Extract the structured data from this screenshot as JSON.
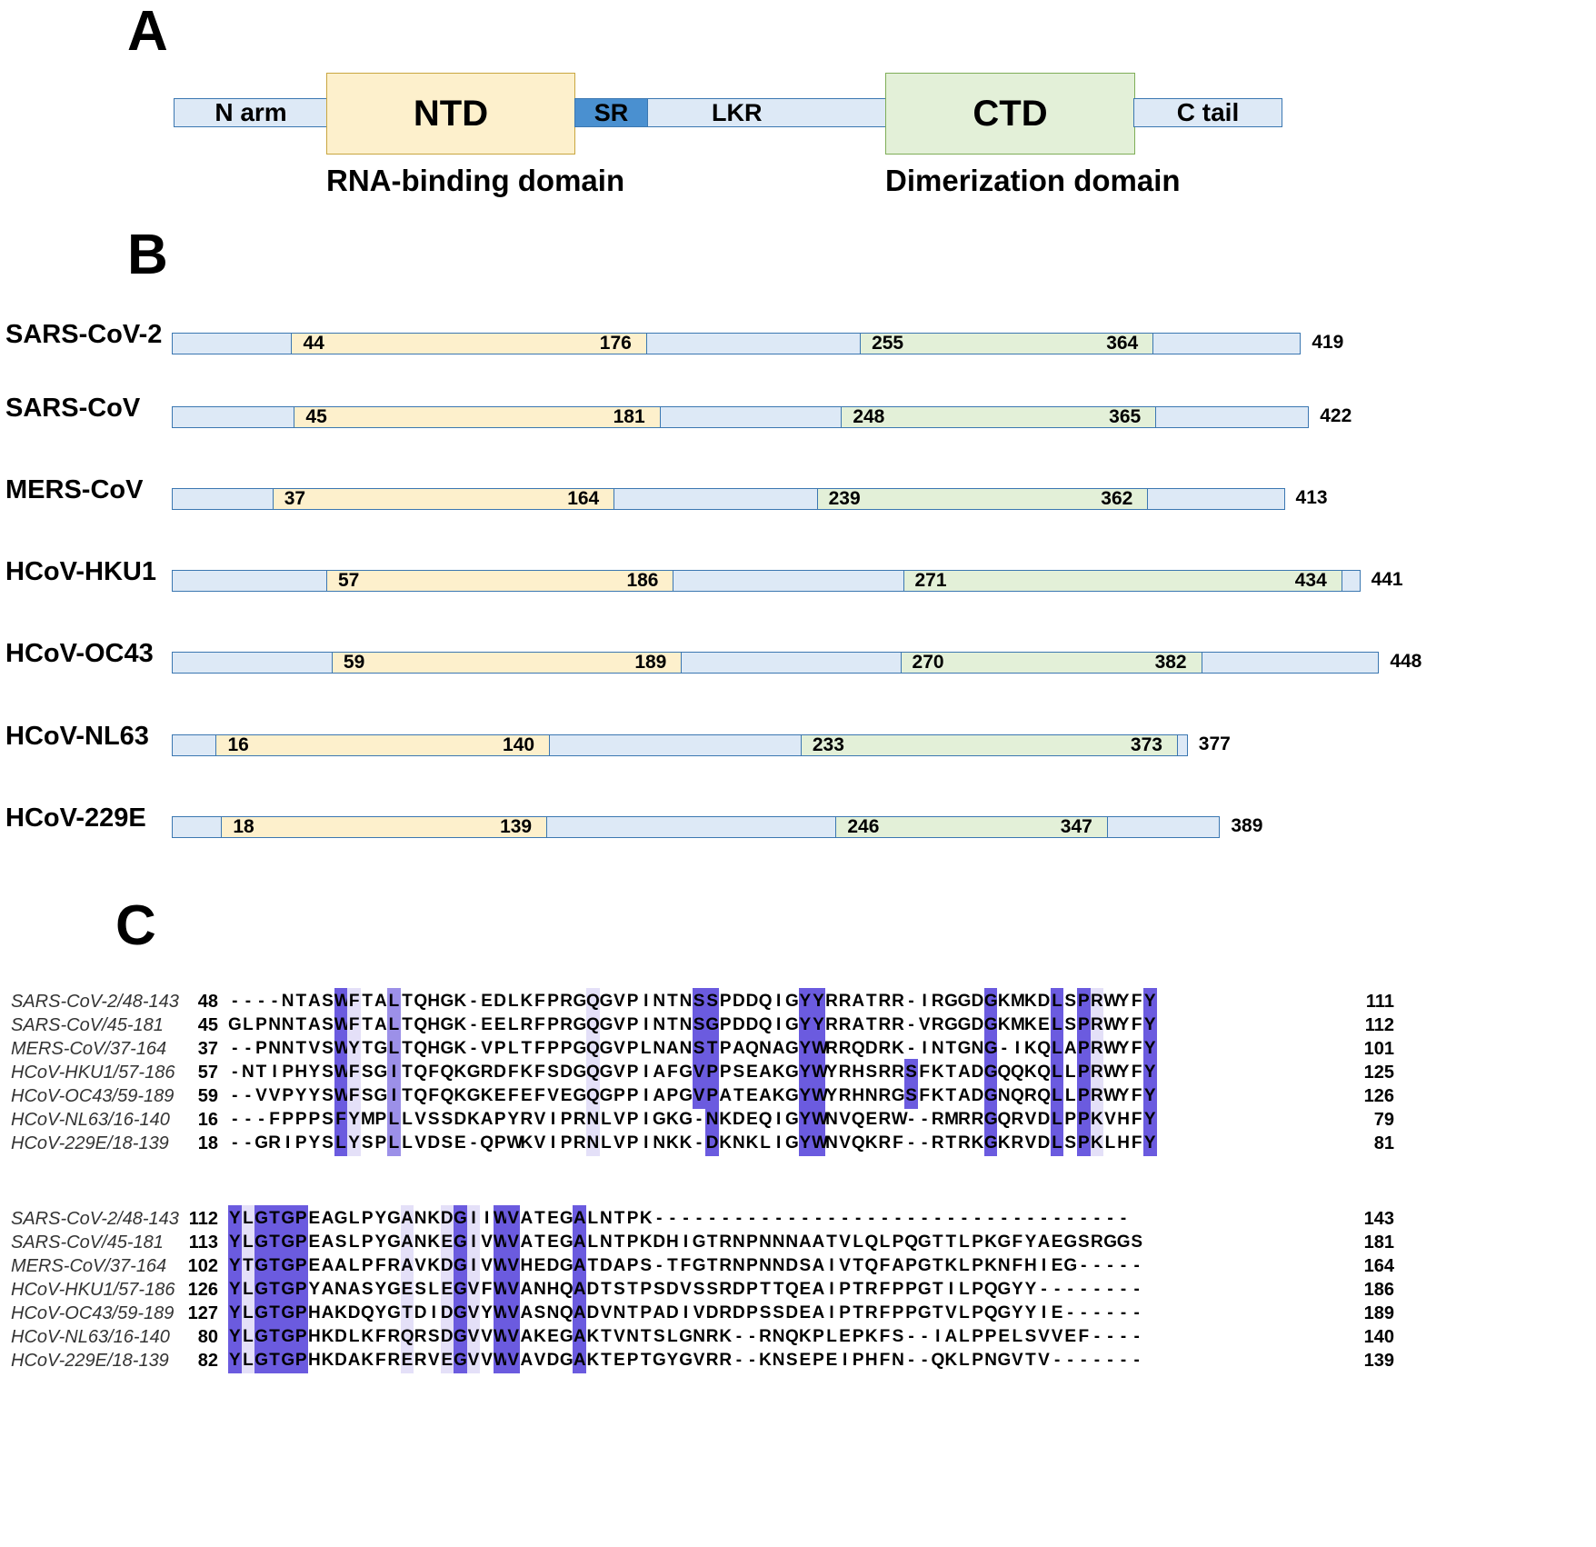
{
  "panels": {
    "a": "A",
    "b": "B",
    "c": "C"
  },
  "domain_map": {
    "n_arm": "N arm",
    "ntd": "NTD",
    "sr": "SR",
    "lkr": "LKR",
    "ctd": "CTD",
    "c_tail": "C tail",
    "ntd_caption": "RNA-binding domain",
    "ctd_caption": "Dimerization domain",
    "colors": {
      "arm": "#dde9f6",
      "ntd": "#fdf0cc",
      "sr": "#4a90d0",
      "ctd": "#e3f0d8",
      "outline": "#3b77b1"
    }
  },
  "proteins": [
    {
      "name": "SARS-CoV-2",
      "ntd_start": 44,
      "ntd_end": 176,
      "ctd_start": 255,
      "ctd_end": 364,
      "length": 419
    },
    {
      "name": "SARS-CoV",
      "ntd_start": 45,
      "ntd_end": 181,
      "ctd_start": 248,
      "ctd_end": 365,
      "length": 422
    },
    {
      "name": "MERS-CoV",
      "ntd_start": 37,
      "ntd_end": 164,
      "ctd_start": 239,
      "ctd_end": 362,
      "length": 413
    },
    {
      "name": "HCoV-HKU1",
      "ntd_start": 57,
      "ntd_end": 186,
      "ctd_start": 271,
      "ctd_end": 434,
      "length": 441
    },
    {
      "name": "HCoV-OC43",
      "ntd_start": 59,
      "ntd_end": 189,
      "ctd_start": 270,
      "ctd_end": 382,
      "length": 448
    },
    {
      "name": "HCoV-NL63",
      "ntd_start": 16,
      "ntd_end": 140,
      "ctd_start": 233,
      "ctd_end": 373,
      "length": 377
    },
    {
      "name": "HCoV-229E",
      "ntd_start": 18,
      "ntd_end": 139,
      "ctd_start": 246,
      "ctd_end": 347,
      "length": 389
    }
  ],
  "alignment": {
    "block1": [
      {
        "name": "SARS-CoV-2/48-143",
        "start": "48",
        "seq": "----NTASWFTALTQHGK-EDLKFPRGQGVPINTNSSPDDQIGYYRRATRR-IRGGDGKMKDLSPRWYFY",
        "end": "111"
      },
      {
        "name": "SARS-CoV/45-181",
        "start": "45",
        "seq": "GLPNNTASWFTALTQHGK-EELRFPRGQGVPINTNSGPDDQIGYYRRATRR-VRGGDGKMKELSPRWYFY",
        "end": "112"
      },
      {
        "name": "MERS-CoV/37-164",
        "start": "37",
        "seq": "--PNNTVSWYTGLTQHGK-VPLTFPPGQGVPLNANSTPAQNAGYWRRQDRK-INTGNG-IKQLAPRWYFY",
        "end": "101"
      },
      {
        "name": "HCoV-HKU1/57-186",
        "start": "57",
        "seq": "-NTIPHYSWFSGITQFQKGRDFKFSDGQGVPIAFGVPPSEAKGYWYRHSRRSFKTADGQQKQLLPRWYFY",
        "end": "125"
      },
      {
        "name": "HCoV-OC43/59-189",
        "start": "59",
        "seq": "--VVPYYSWFSGITQFQKGKEFEFVEGQGPPIAPGVPATEAKGYWYRHNRGSFKTADGNQRQLLPRWYFY",
        "end": "126"
      },
      {
        "name": "HCoV-NL63/16-140",
        "start": "16",
        "seq": "---FPPPSFYMPLLVSSDKAPYRVIPRNLVPIGKG-NKDEQIGYWNVQERW--RMRRGQRVDLPPKVHFY",
        "end": "79"
      },
      {
        "name": "HCoV-229E/18-139",
        "start": "18",
        "seq": "--GRIPYSLYSPLLVDSE-QPWKVIPRNLVPINKK-DKNKLIGYWNVQKRF--RTRKGKRVDLSPKLHFY",
        "end": "81"
      }
    ],
    "block2": [
      {
        "name": "SARS-CoV-2/48-143",
        "start": "112",
        "seq": "YLGTGPEAGLPYGANKDGIIWVATEGALNTPK------------------------------------",
        "end": "143"
      },
      {
        "name": "SARS-CoV/45-181",
        "start": "113",
        "seq": "YLGTGPEASLPYGANKEGIVWVATEGALNTPKDHIGTRNPNNNAATVLQLPQGTTLPKGFYAEGSRGGS",
        "end": "181"
      },
      {
        "name": "MERS-CoV/37-164",
        "start": "102",
        "seq": "YTGTGPEAALPFRAVKDGIVWVHEDGATDAPS-TFGTRNPNNDSAIVTQFAPGTKLPKNFHIEG-----",
        "end": "164"
      },
      {
        "name": "HCoV-HKU1/57-186",
        "start": "126",
        "seq": "YLGTGPYANASYGESLEGVFWVANHQADTSTPSDVSSRDPTTQEAIPTRFPPGTILPQGYY--------",
        "end": "186"
      },
      {
        "name": "HCoV-OC43/59-189",
        "start": "127",
        "seq": "YLGTGPHAKDQYGTDIDGVYWVASNQADVNTPADIVDRDPSSDEAIPTRFPPGTVLPQGYYIE------",
        "end": "189"
      },
      {
        "name": "HCoV-NL63/16-140",
        "start": "80",
        "seq": "YLGTGPHKDLKFRQRSDGVVWVAKEGAKTVNTSLGNRK--RNQKPLEPKFS--IALPPELSVVEF----",
        "end": "140"
      },
      {
        "name": "HCoV-229E/18-139",
        "start": "82",
        "seq": "YLGTGPHKDAKFRERVEGVVWVAVDGAKTEPTGYGVRR--KNSEPEIPHFN--QKLPNGVTV-------",
        "end": "139"
      }
    ],
    "highlight_colors": {
      "strong": "#6b5bdf",
      "medium": "#9c90e8",
      "light": "#e4e0f8"
    }
  }
}
